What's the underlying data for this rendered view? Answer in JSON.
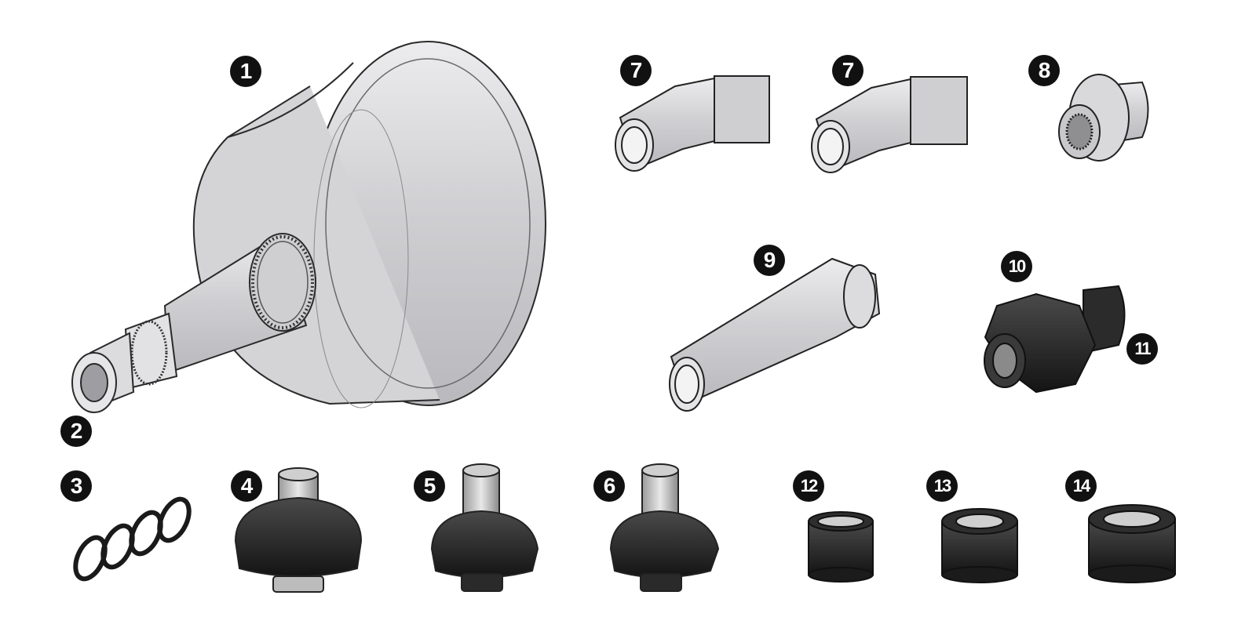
{
  "callouts": {
    "c1": "1",
    "c2": "2",
    "c3": "3",
    "c4": "4",
    "c5": "5",
    "c6": "6",
    "c7a": "7",
    "c7b": "7",
    "c8": "8",
    "c9": "9",
    "c10": "10",
    "c11": "11",
    "c12": "12",
    "c13": "13",
    "c14": "14"
  },
  "colors": {
    "clear_part": "#d6d6d8",
    "outline": "#2a2a2a",
    "dark_part": "#1e1e1e",
    "badge": "#111111"
  }
}
